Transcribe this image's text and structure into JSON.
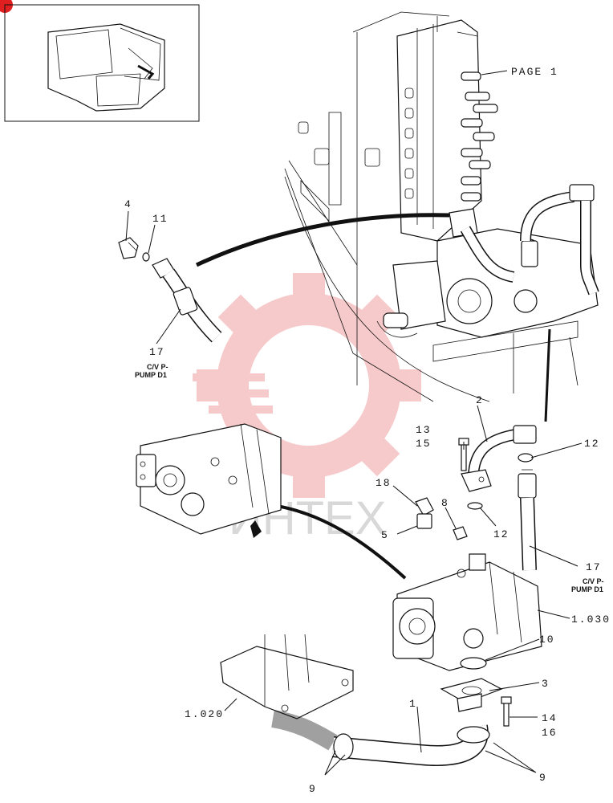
{
  "diagram": {
    "page_ref": "PAGE 1",
    "watermark_text": "ИНТЕХ",
    "colors": {
      "line": "#111111",
      "watermark": "#f0a0a0",
      "corner_mark": "#e02020"
    },
    "callouts": [
      {
        "id": "c4",
        "text": "4"
      },
      {
        "id": "c11",
        "text": "11"
      },
      {
        "id": "c17a",
        "text": "17"
      },
      {
        "id": "c2",
        "text": "2"
      },
      {
        "id": "c13",
        "text": "13"
      },
      {
        "id": "c15",
        "text": "15"
      },
      {
        "id": "c12a",
        "text": "12"
      },
      {
        "id": "c18",
        "text": "18"
      },
      {
        "id": "c8",
        "text": "8"
      },
      {
        "id": "c5",
        "text": "5"
      },
      {
        "id": "c12b",
        "text": "12"
      },
      {
        "id": "c17b",
        "text": "17"
      },
      {
        "id": "c1030",
        "text": "1.030"
      },
      {
        "id": "c10",
        "text": "10"
      },
      {
        "id": "c3",
        "text": "3"
      },
      {
        "id": "c1020",
        "text": "1.020"
      },
      {
        "id": "c1",
        "text": "1"
      },
      {
        "id": "c14",
        "text": "14"
      },
      {
        "id": "c16",
        "text": "16"
      },
      {
        "id": "c9a",
        "text": "9"
      },
      {
        "id": "c9b",
        "text": "9"
      }
    ],
    "notes": [
      {
        "id": "n1",
        "line1": "C/V P-",
        "line2": "PUMP D1"
      },
      {
        "id": "n2",
        "line1": "C/V P-",
        "line2": "PUMP D1"
      }
    ]
  }
}
